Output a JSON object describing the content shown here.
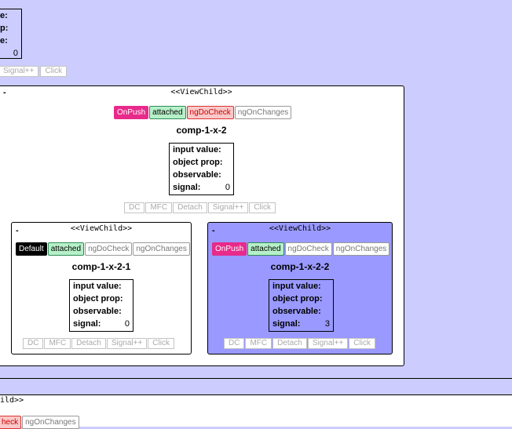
{
  "top_left": {
    "labels": [
      "e:",
      "p:",
      "e:"
    ],
    "signal_value": "0",
    "buttons": [
      "Signal++",
      "Click"
    ]
  },
  "comp_1x2": {
    "viewchild": "<<ViewChild>>",
    "collapse": "-",
    "badges": [
      "OnPush",
      "attached",
      "ngDoCheck",
      "ngOnChanges"
    ],
    "title": "comp-1-x-2",
    "info": {
      "input": "input value:",
      "object": "object prop:",
      "observable": "observable:",
      "signal": "signal:",
      "signal_value": "0"
    },
    "buttons": [
      "DC",
      "MFC",
      "Detach",
      "Signal++",
      "Click"
    ]
  },
  "comp_1x21": {
    "viewchild": "<<ViewChild>>",
    "collapse": "-",
    "badges": [
      "Default",
      "attached",
      "ngDoCheck",
      "ngOnChanges"
    ],
    "title": "comp-1-x-2-1",
    "info": {
      "input": "input value:",
      "object": "object prop:",
      "observable": "observable:",
      "signal": "signal:",
      "signal_value": "0"
    },
    "buttons": [
      "DC",
      "MFC",
      "Detach",
      "Signal++",
      "Click"
    ]
  },
  "comp_1x22": {
    "viewchild": "<<ViewChild>>",
    "collapse": "-",
    "badges": [
      "OnPush",
      "attached",
      "ngDoCheck",
      "ngOnChanges"
    ],
    "title": "comp-1-x-2-2",
    "info": {
      "input": "input value:",
      "object": "object prop:",
      "observable": "observable:",
      "signal": "signal:",
      "signal_value": "3"
    },
    "buttons": [
      "DC",
      "MFC",
      "Detach",
      "Signal++",
      "Click"
    ]
  },
  "bottom": {
    "viewchild_fragment": "ild>>",
    "badges": [
      "heck",
      "ngOnChanges"
    ]
  },
  "colors": {
    "page_bg": "#ccccff",
    "onpush": "#e82a8a",
    "attached": "#b6f0c8",
    "docheck_active": "#f9c9c9",
    "highlight_panel": "#9999ff"
  }
}
